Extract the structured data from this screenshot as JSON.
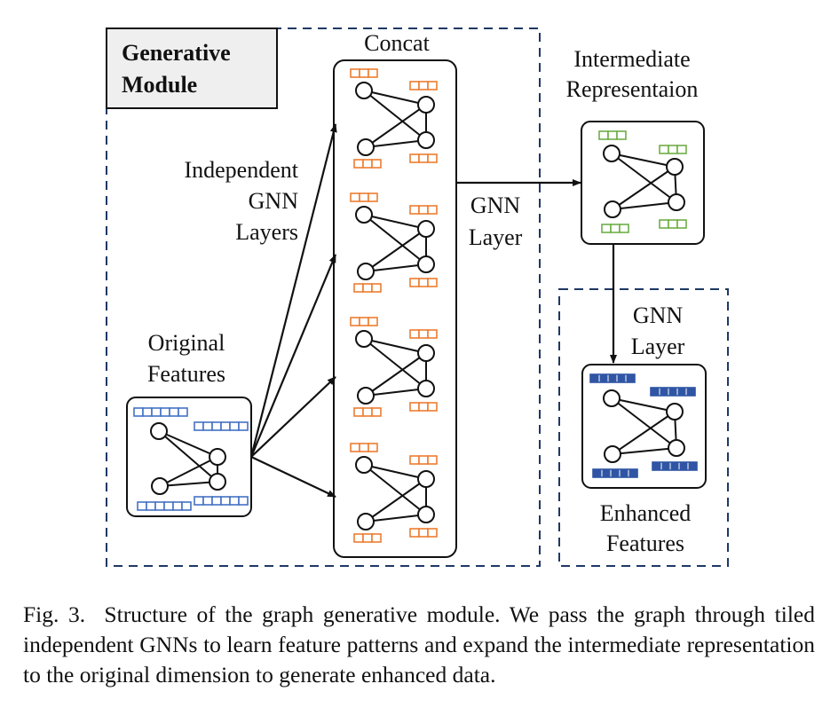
{
  "module_title": [
    "Generative",
    "Module"
  ],
  "concat_label": "Concat",
  "independent_label": [
    "Independent",
    "GNN",
    "Layers"
  ],
  "original_label": [
    "Original",
    "Features"
  ],
  "gnn_layer_label_1": [
    "GNN",
    "Layer"
  ],
  "intermediate_label": [
    "Intermediate",
    "Representaion"
  ],
  "gnn_layer_label_2": [
    "GNN",
    "Layer"
  ],
  "enhanced_label": [
    "Enhanced",
    "Features"
  ],
  "caption": {
    "fig_label": "Fig. 3.",
    "text": "Structure of the graph generative module. We pass the graph through tiled independent GNNs to learn feature patterns and expand the intermediate representation to the original dimension to generate enhanced data."
  },
  "colors": {
    "original_features": "#4472c4",
    "concat_features": "#ed7d31",
    "intermediate_features": "#70ad47",
    "enhanced_features": "#2f55a4",
    "dashed_border": "#1f3864"
  }
}
